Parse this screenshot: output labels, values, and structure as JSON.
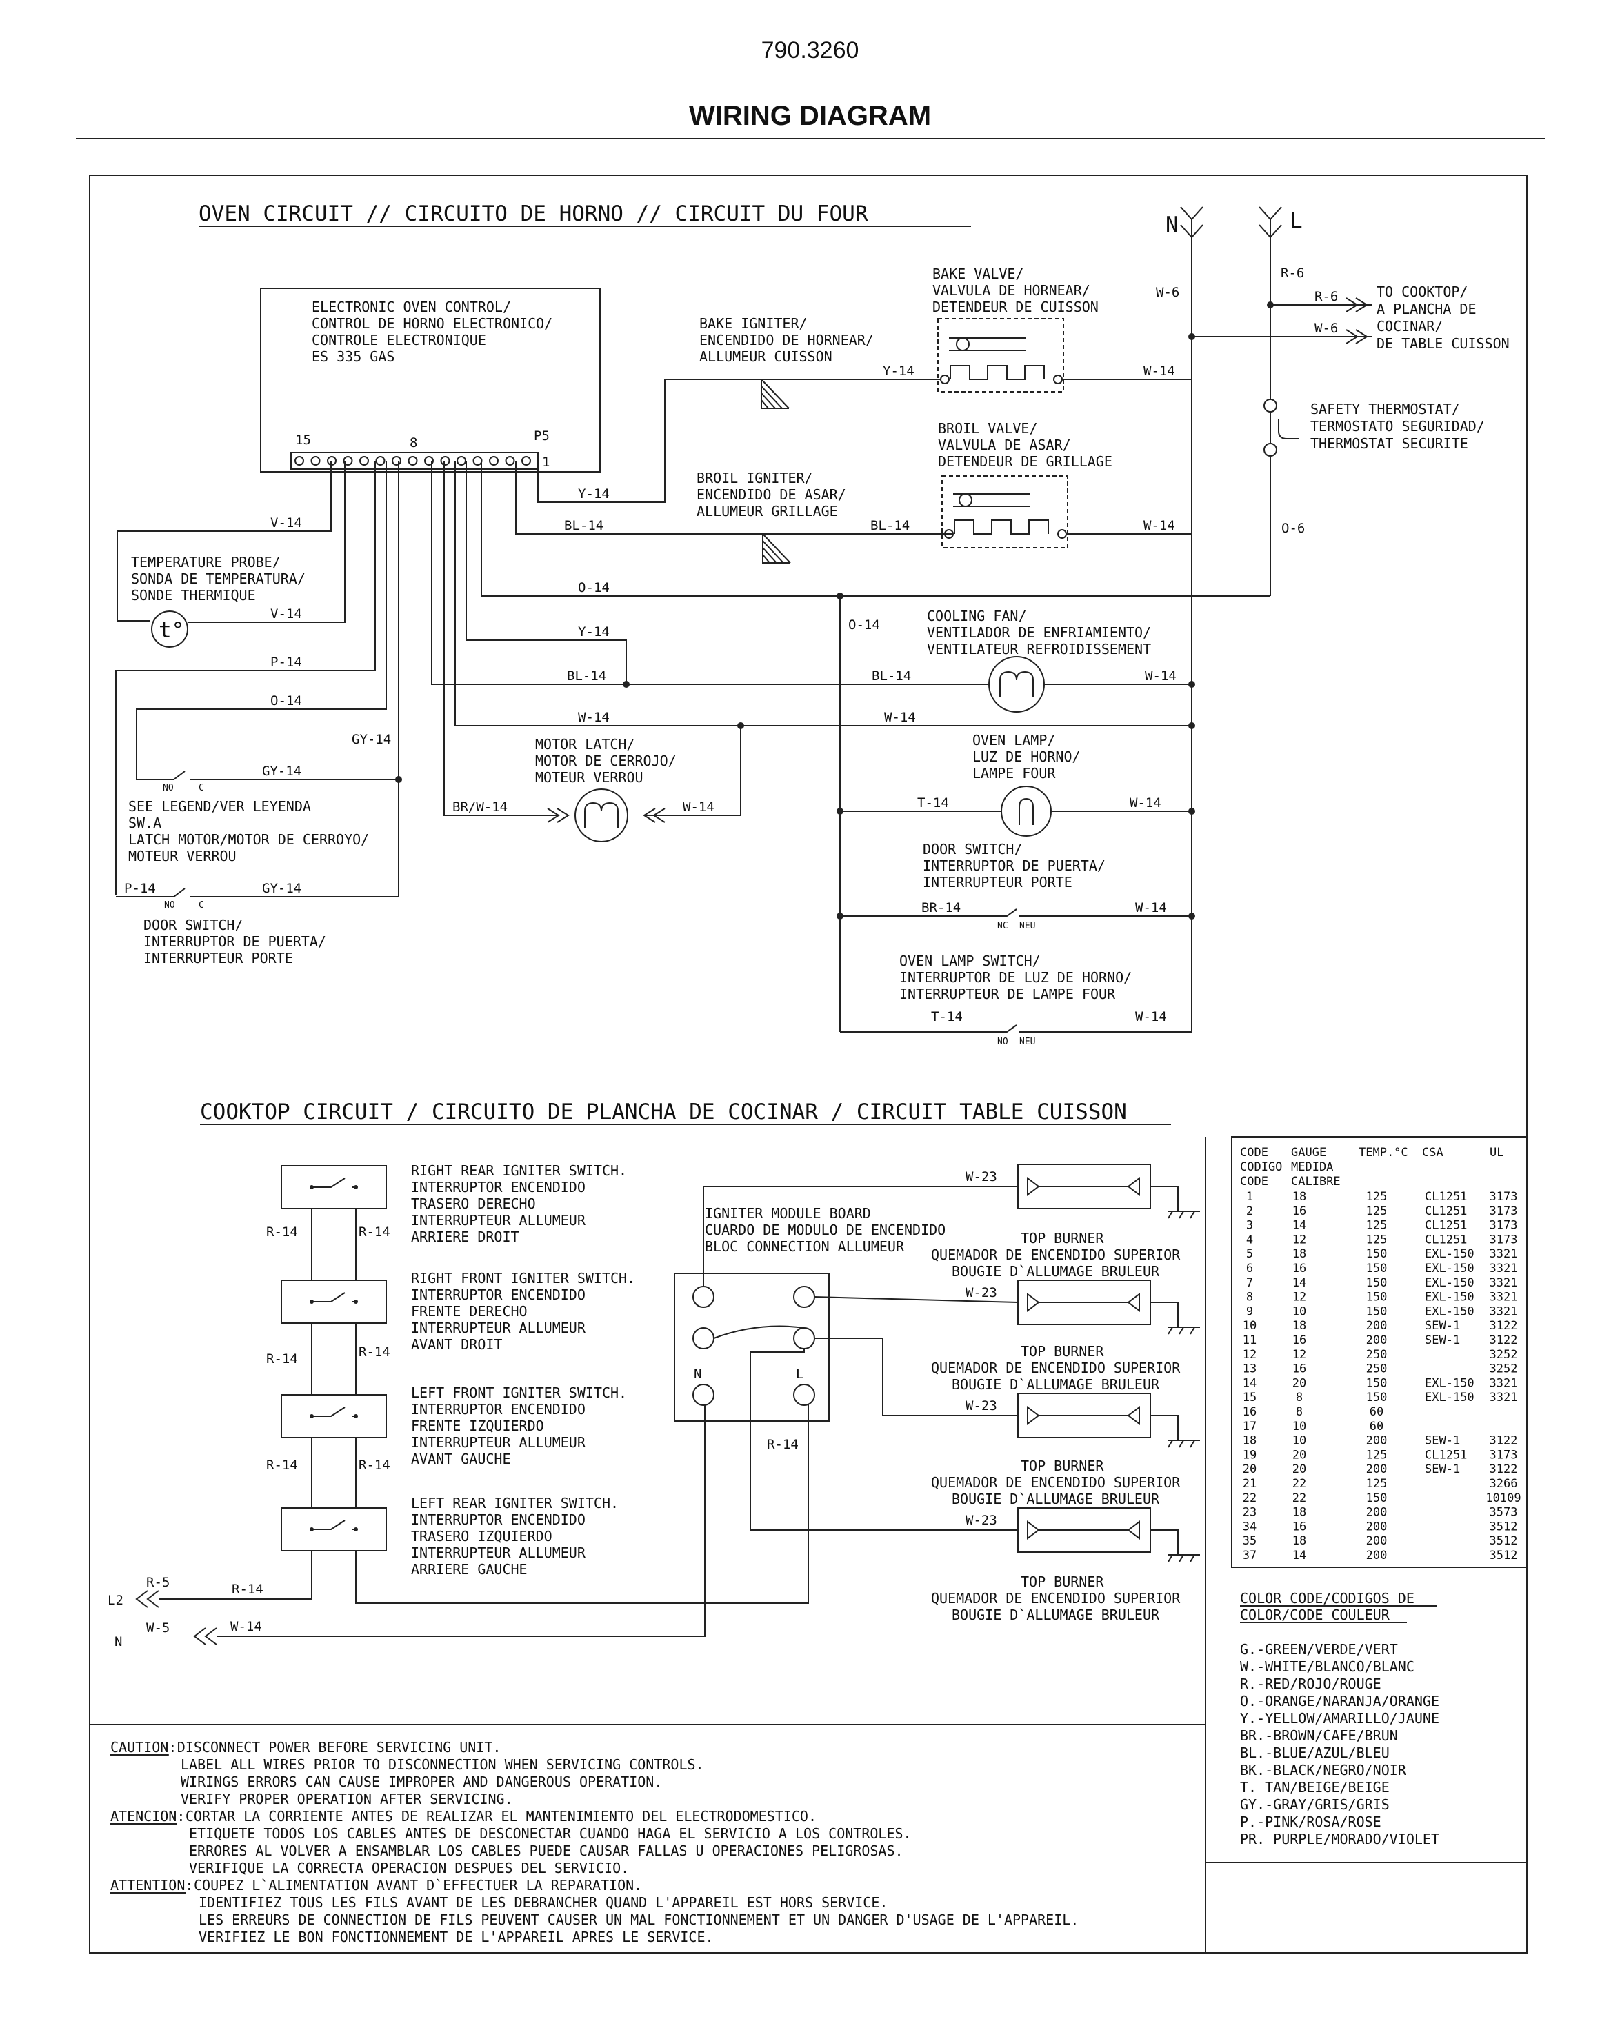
{
  "header": {
    "page_number": "790.3260",
    "title": "WIRING DIAGRAM"
  },
  "oven": {
    "heading": "OVEN CIRCUIT // CIRCUITO DE HORNO // CIRCUIT DU FOUR",
    "terminal_N": "N",
    "terminal_L": "L",
    "control": [
      "ELECTRONIC OVEN CONTROL/",
      "CONTROL DE HORNO ELECTRONICO/",
      "CONTROLE ELECTRONIQUE",
      "ES 335 GAS"
    ],
    "pin_15": "15",
    "pin_8": "8",
    "pin_P5": "P5",
    "pin_1": "1",
    "bake_valve": [
      "BAKE VALVE/",
      "VALVULA DE HORNEAR/",
      "DETENDEUR DE CUISSON"
    ],
    "bake_igniter": [
      "BAKE IGNITER/",
      "ENCENDIDO DE HORNEAR/",
      "ALLUMEUR CUISSON"
    ],
    "broil_valve": [
      "BROIL VALVE/",
      "VALVULA DE ASAR/",
      "DETENDEUR DE GRILLAGE"
    ],
    "broil_igniter": [
      "BROIL IGNITER/",
      "ENCENDIDO DE ASAR/",
      "ALLUMEUR GRILLAGE"
    ],
    "to_cooktop": [
      "TO COOKTOP/",
      "A PLANCHA DE",
      "COCINAR/",
      "DE TABLE CUISSON"
    ],
    "safety_thermostat": [
      "SAFETY THERMOSTAT/",
      "TERMOSTATO SEGURIDAD/",
      "THERMOSTAT SECURITE"
    ],
    "temp_probe": [
      "TEMPERATURE PROBE/",
      "SONDA DE TEMPERATURA/",
      "SONDE THERMIQUE"
    ],
    "probe_symbol": "t°",
    "cooling_fan": [
      "COOLING FAN/",
      "VENTILADOR DE ENFRIAMIENTO/",
      "VENTILATEUR REFROIDISSEMENT"
    ],
    "motor_latch": [
      "MOTOR LATCH/",
      "MOTOR DE CERROJO/",
      "MOTEUR VERROU"
    ],
    "oven_lamp": [
      "OVEN LAMP/",
      "LUZ DE HORNO/",
      "LAMPE FOUR"
    ],
    "door_switch_right": [
      "DOOR SWITCH/",
      "INTERRUPTOR DE PUERTA/",
      "INTERRUPTEUR PORTE"
    ],
    "oven_lamp_switch": [
      "OVEN LAMP SWITCH/",
      "INTERRUPTOR DE LUZ DE HORNO/",
      "INTERRUPTEUR DE LAMPE FOUR"
    ],
    "legend_note": [
      "SEE LEGEND/VER LEYENDA",
      "SW.A",
      "LATCH MOTOR/MOTOR DE CERROYO/",
      "MOTEUR VERROU"
    ],
    "door_switch_left": [
      "DOOR SWITCH/",
      "INTERRUPTOR DE PUERTA/",
      "INTERRUPTEUR PORTE"
    ],
    "sw_no": "NO",
    "sw_c": "C",
    "sw_nc": "NC",
    "sw_neu": "NEU",
    "wires": {
      "w6": "W-6",
      "r6": "R-6",
      "r6b": "R-6",
      "w6b": "W-6",
      "y14_bake": "Y-14",
      "w14_bake": "W-14",
      "y14_ctrl": "Y-14",
      "bl14_ctrl": "BL-14",
      "bl14_broil": "BL-14",
      "w14_broil": "W-14",
      "o6": "O-6",
      "v14_top": "V-14",
      "v14_probe": "V-14",
      "o14_main": "O-14",
      "o14_branch": "O-14",
      "y14_mid": "Y-14",
      "p14_top": "P-14",
      "bl14_fan_l": "BL-14",
      "bl14_fan_r": "BL-14",
      "w14_fan": "W-14",
      "o14_left": "O-14",
      "w14_mid_l": "W-14",
      "w14_mid_r": "W-14",
      "gy14_top": "GY-14",
      "gy14_sw": "GY-14",
      "brw14": "BR/W-14",
      "w14_latch": "W-14",
      "t14_lamp": "T-14",
      "w14_lamp": "W-14",
      "br14_door": "BR-14",
      "w14_door": "W-14",
      "t14_lsw": "T-14",
      "w14_lsw": "W-14",
      "p14_bot": "P-14",
      "gy14_bot": "GY-14"
    }
  },
  "cooktop": {
    "heading": "COOKTOP CIRCUIT / CIRCUITO DE PLANCHA DE COCINAR / CIRCUIT TABLE CUISSON",
    "switches": [
      [
        "RIGHT REAR IGNITER SWITCH.",
        "INTERRUPTOR ENCENDIDO",
        "TRASERO DERECHO",
        "INTERRUPTEUR ALLUMEUR",
        "ARRIERE DROIT"
      ],
      [
        "RIGHT FRONT IGNITER SWITCH.",
        "INTERRUPTOR  ENCENDIDO",
        "FRENTE DERECHO",
        "INTERRUPTEUR ALLUMEUR",
        "AVANT DROIT"
      ],
      [
        "LEFT FRONT IGNITER SWITCH.",
        "INTERRUPTOR  ENCENDIDO",
        "FRENTE IZQUIERDO",
        "INTERRUPTEUR ALLUMEUR",
        "AVANT GAUCHE"
      ],
      [
        "LEFT REAR IGNITER SWITCH.",
        "INTERRUPTOR ENCENDIDO",
        "TRASERO IZQUIERDO",
        "INTERRUPTEUR ALLUMEUR",
        "ARRIERE GAUCHE"
      ]
    ],
    "module": [
      "IGNITER MODULE BOARD",
      "CUARDO DE MODULO DE ENCENDIDO",
      "BLOC CONNECTION ALLUMEUR"
    ],
    "module_N": "N",
    "module_L": "L",
    "burner": [
      "TOP BURNER",
      "QUEMADOR DE ENCENDIDO SUPERIOR",
      "BOUGIE D`ALLUMAGE BRULEUR"
    ],
    "wires": {
      "r14_a_l": "R-14",
      "r14_a_r": "R-14",
      "r14_b_l": "R-14",
      "r14_b_r": "R-14",
      "r14_c_l": "R-14",
      "r14_c_r": "R-14",
      "r14_mod": "R-14",
      "w23_1": "W-23",
      "w23_2": "W-23",
      "w23_3": "W-23",
      "w23_4": "W-23",
      "l2": "L2",
      "r5": "R-5",
      "r14_l2": "R-14",
      "n": "N",
      "w5": "W-5",
      "w14_n": "W-14"
    }
  },
  "gauge_table": {
    "head1": [
      "CODE",
      "GAUGE",
      "TEMP.°C",
      "CSA",
      "UL"
    ],
    "head2": [
      "CODIGO",
      "MEDIDA"
    ],
    "head3": [
      "CODE",
      "CALIBRE"
    ],
    "rows": [
      [
        "1",
        "18",
        "125",
        "CL1251",
        "3173"
      ],
      [
        "2",
        "16",
        "125",
        "CL1251",
        "3173"
      ],
      [
        "3",
        "14",
        "125",
        "CL1251",
        "3173"
      ],
      [
        "4",
        "12",
        "125",
        "CL1251",
        "3173"
      ],
      [
        "5",
        "18",
        "150",
        "EXL-150",
        "3321"
      ],
      [
        "6",
        "16",
        "150",
        "EXL-150",
        "3321"
      ],
      [
        "7",
        "14",
        "150",
        "EXL-150",
        "3321"
      ],
      [
        "8",
        "12",
        "150",
        "EXL-150",
        "3321"
      ],
      [
        "9",
        "10",
        "150",
        "EXL-150",
        "3321"
      ],
      [
        "10",
        "18",
        "200",
        "SEW-1",
        "3122"
      ],
      [
        "11",
        "16",
        "200",
        "SEW-1",
        "3122"
      ],
      [
        "12",
        "12",
        "250",
        "",
        "3252"
      ],
      [
        "13",
        "16",
        "250",
        "",
        "3252"
      ],
      [
        "14",
        "20",
        "150",
        "EXL-150",
        "3321"
      ],
      [
        "15",
        "8",
        "150",
        "EXL-150",
        "3321"
      ],
      [
        "16",
        "8",
        "60",
        "",
        ""
      ],
      [
        "17",
        "10",
        "60",
        "",
        ""
      ],
      [
        "18",
        "10",
        "200",
        "SEW-1",
        "3122"
      ],
      [
        "19",
        "20",
        "125",
        "CL1251",
        "3173"
      ],
      [
        "20",
        "20",
        "200",
        "SEW-1",
        "3122"
      ],
      [
        "21",
        "22",
        "125",
        "",
        "3266"
      ],
      [
        "22",
        "22",
        "150",
        "",
        "10109"
      ],
      [
        "23",
        "18",
        "200",
        "",
        "3573"
      ],
      [
        "34",
        "16",
        "200",
        "",
        "3512"
      ],
      [
        "35",
        "18",
        "200",
        "",
        "3512"
      ],
      [
        "37",
        "14",
        "200",
        "",
        "3512"
      ]
    ]
  },
  "color_code": {
    "title": [
      "COLOR CODE/CODIGOS DE",
      "COLOR/CODE COULEUR"
    ],
    "items": [
      "G.-GREEN/VERDE/VERT",
      "W.-WHITE/BLANCO/BLANC",
      "R.-RED/ROJO/ROUGE",
      "O.-ORANGE/NARANJA/ORANGE",
      "Y.-YELLOW/AMARILLO/JAUNE",
      "BR.-BROWN/CAFE/BRUN",
      "BL.-BLUE/AZUL/BLEU",
      "BK.-BLACK/NEGRO/NOIR",
      "T. TAN/BEIGE/BEIGE",
      "GY.-GRAY/GRIS/GRIS",
      "P.-PINK/ROSA/ROSE",
      "PR. PURPLE/MORADO/VIOLET"
    ]
  },
  "caution": {
    "caution_label": "CAUTION:",
    "caution_lines": [
      "DISCONNECT POWER BEFORE SERVICING UNIT.",
      "LABEL ALL WIRES PRIOR TO DISCONNECTION WHEN SERVICING CONTROLS.",
      "WIRINGS ERRORS CAN CAUSE IMPROPER AND DANGEROUS OPERATION.",
      "VERIFY PROPER OPERATION AFTER SERVICING."
    ],
    "atencion_label": "ATENCION:",
    "atencion_lines": [
      "CORTAR LA CORRIENTE ANTES DE REALIZAR EL MANTENIMIENTO DEL ELECTRODOMESTICO.",
      "ETIQUETE TODOS LOS CABLES ANTES DE DESCONECTAR CUANDO HAGA EL SERVICIO A LOS CONTROLES.",
      "ERRORES AL VOLVER A ENSAMBLAR LOS CABLES PUEDE CAUSAR FALLAS U OPERACIONES PELIGROSAS.",
      "VERIFIQUE LA CORRECTA OPERACION DESPUES DEL SERVICIO."
    ],
    "attention_label": "ATTENTION:",
    "attention_lines": [
      "COUPEZ L`ALIMENTATION AVANT D`EFFECTUER LA REPARATION.",
      "IDENTIFIEZ TOUS LES FILS AVANT DE LES DEBRANCHER QUAND L'APPAREIL EST HORS SERVICE.",
      "LES ERREURS DE CONNECTION DE FILS PEUVENT CAUSER UN MAL FONCTIONNEMENT ET UN DANGER D'USAGE DE L'APPAREIL.",
      "VERIFIEZ LE BON FONCTIONNEMENT DE L'APPAREIL APRES LE SERVICE."
    ]
  }
}
